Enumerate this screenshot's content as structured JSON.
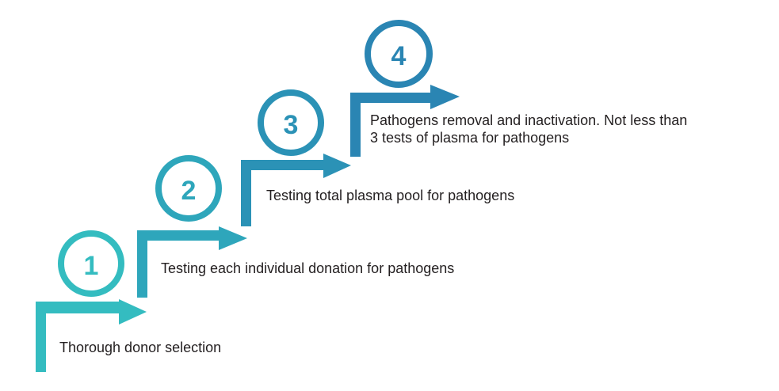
{
  "diagram": {
    "type": "staircase-process",
    "steps": [
      {
        "number": "1",
        "label": "Thorough donor selection",
        "color": "#34bcc0"
      },
      {
        "number": "2",
        "label": "Testing each individual donation for pathogens",
        "color": "#2ea6bb"
      },
      {
        "number": "3",
        "label": "Testing total plasma pool for pathogens",
        "color": "#2b92b6"
      },
      {
        "number": "4",
        "label_line1": "Pathogens removal and inactivation. Not less than",
        "label_line2": "3 tests of plasma for pathogens",
        "color": "#2a85b3"
      }
    ]
  }
}
